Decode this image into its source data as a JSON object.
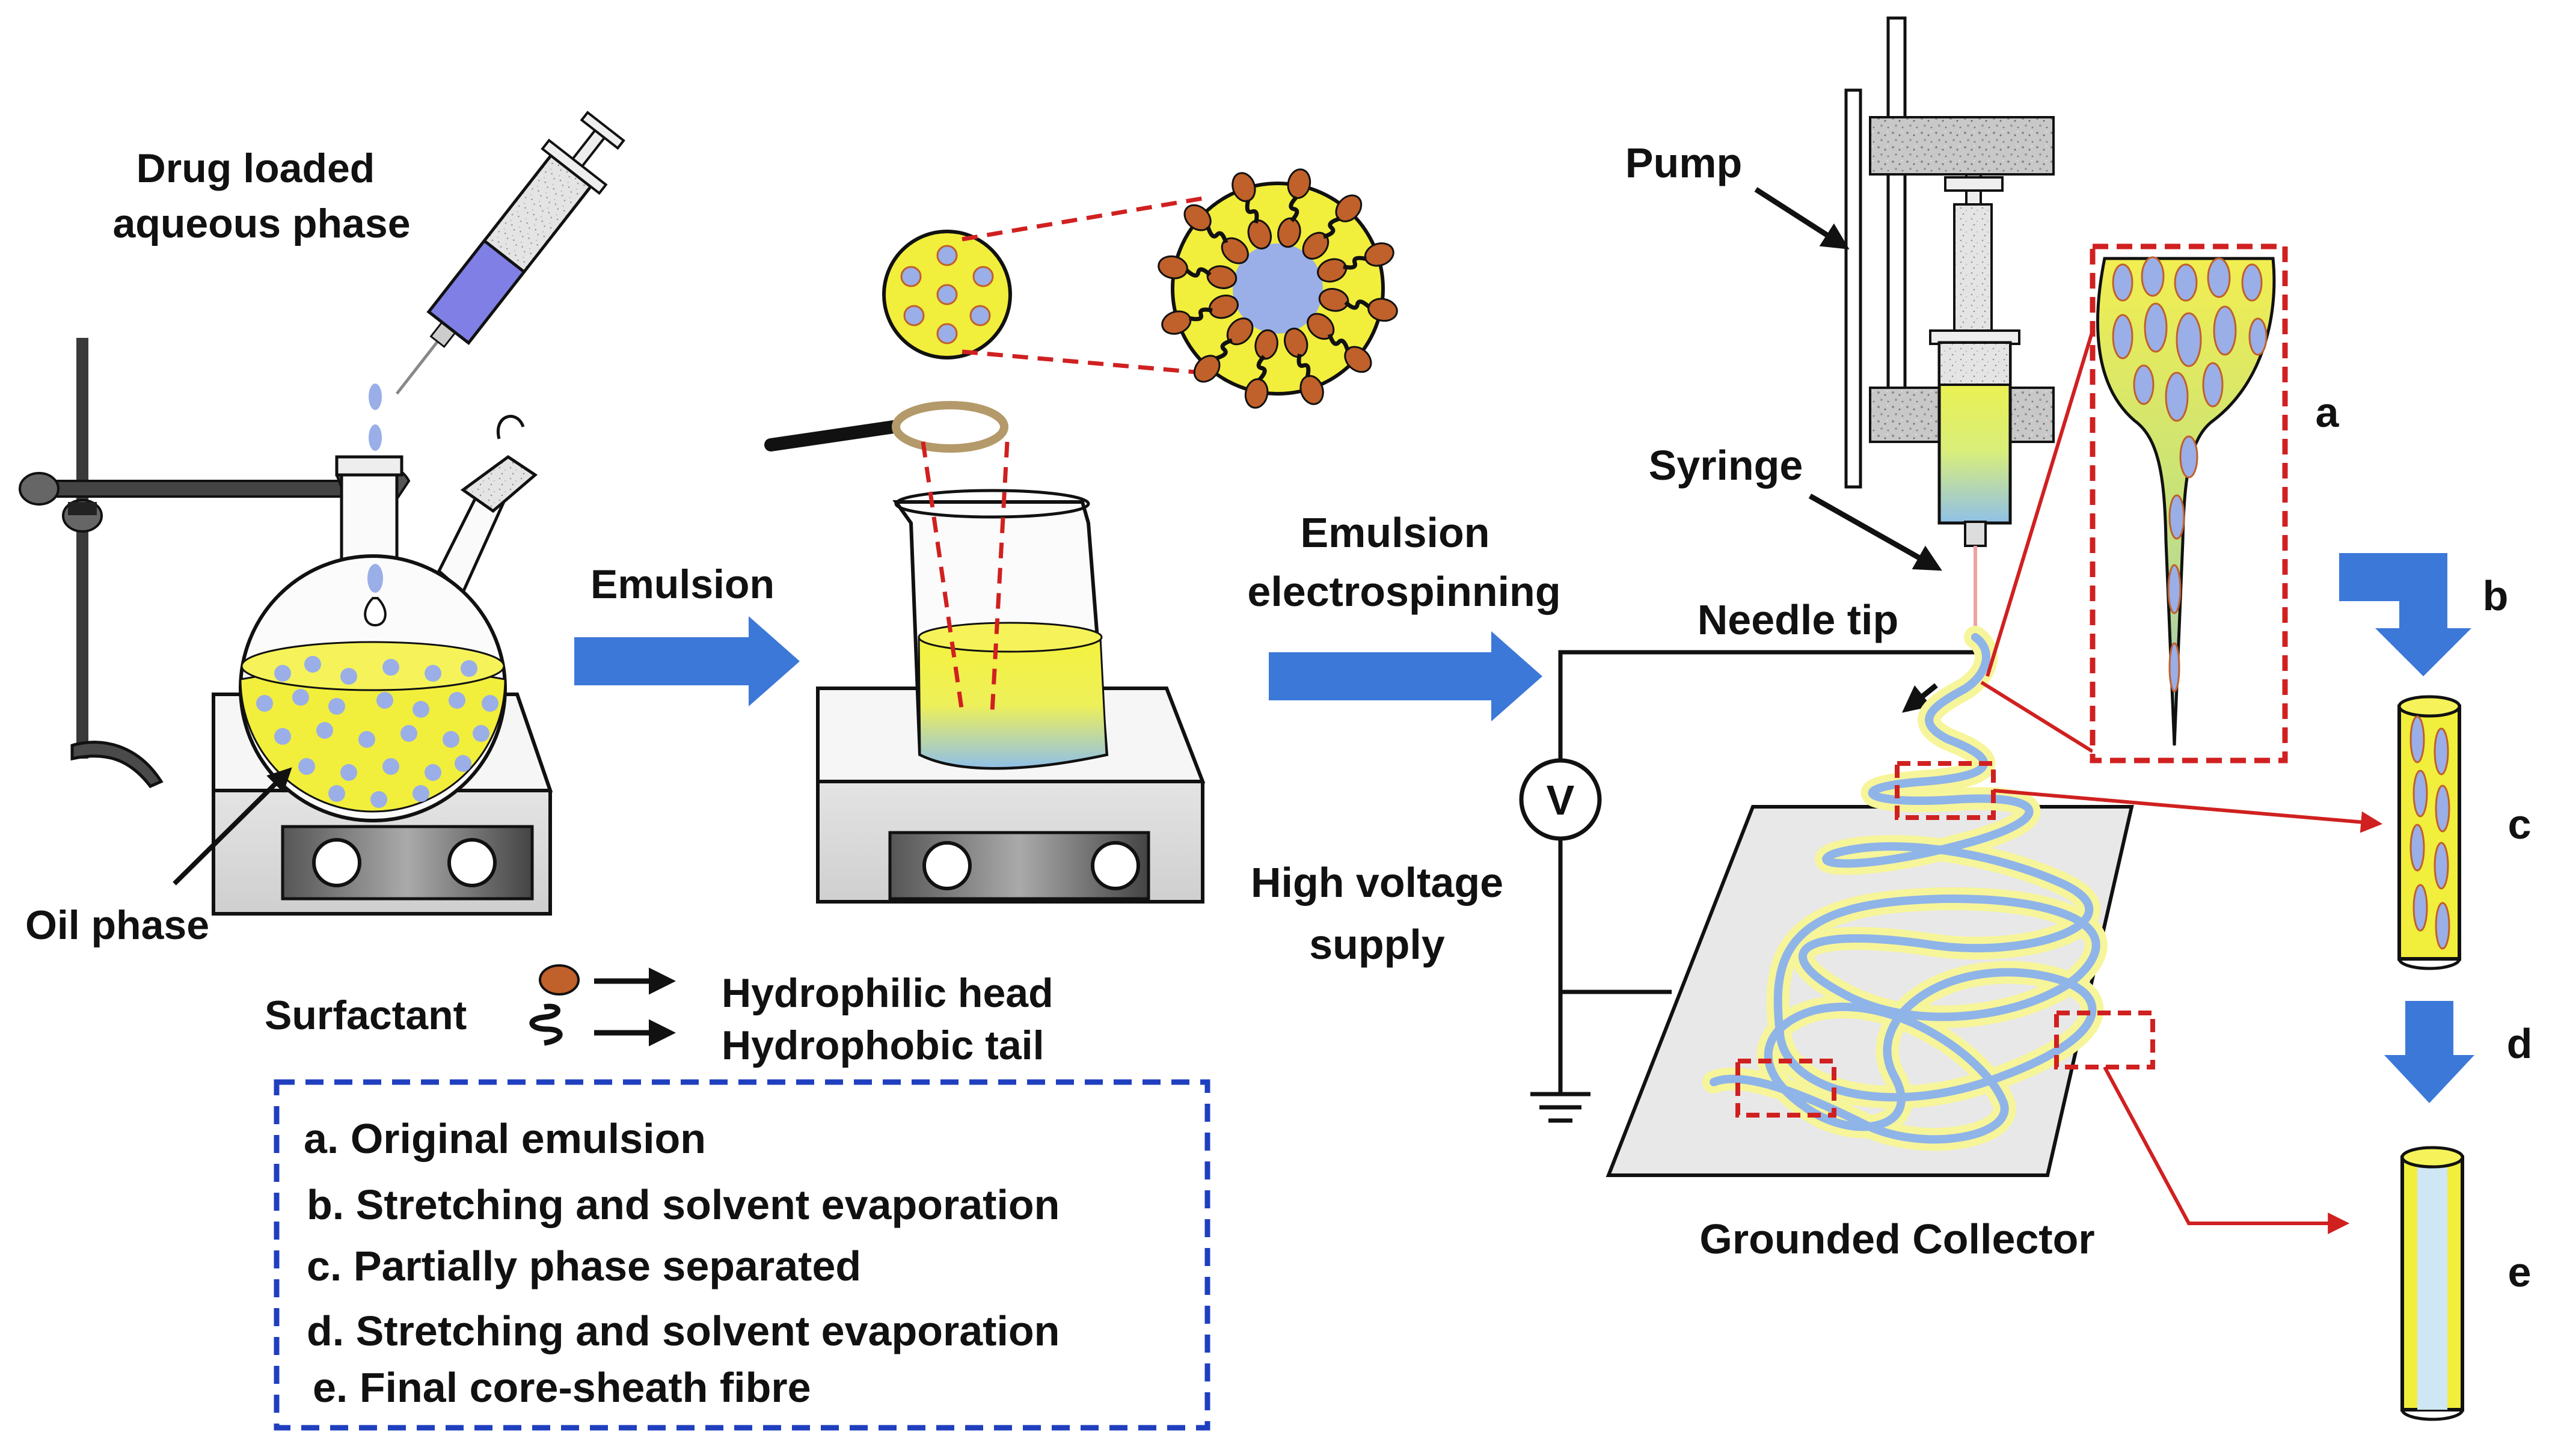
{
  "labels": {
    "drug_line1": "Drug loaded",
    "drug_line2": "aqueous phase",
    "oil_phase": "Oil phase",
    "emulsion_arrow": "Emulsion",
    "es_line1": "Emulsion",
    "es_line2": "electrospinning",
    "pump": "Pump",
    "syringe": "Syringe",
    "needle_tip": "Needle tip",
    "voltmeter": "V",
    "hv_line1": "High voltage",
    "hv_line2": "supply",
    "collector": "Grounded Collector",
    "surfactant": "Surfactant",
    "head": "Hydrophilic head",
    "tail": "Hydrophobic tail",
    "stage_a": "a",
    "stage_b": "b",
    "stage_c": "c",
    "stage_d": "d",
    "stage_e": "e"
  },
  "legend": {
    "items": [
      "a. Original emulsion",
      "b. Stretching and solvent evaporation",
      "c. Partially phase separated",
      "d. Stretching and solvent evaporation",
      "e. Final core-sheath fibre"
    ]
  },
  "colors": {
    "oil": "#f2ee3c",
    "droplet": "#9aaee8",
    "arrow_blue": "#3c78d8",
    "dashed_red": "#d02020",
    "legend_border": "#1f3fbf",
    "surfactant_head": "#c0602a",
    "fibre": "#8fb4e8",
    "fibre_glow": "#f7f59a"
  }
}
